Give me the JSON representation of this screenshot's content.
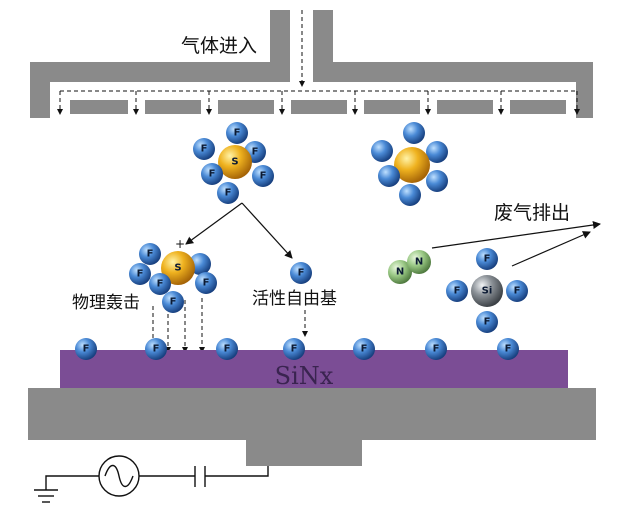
{
  "labels": {
    "gas_in": "气体进入",
    "exhaust": "废气排出",
    "physical_bombardment": "物理轰击",
    "active_radical": "活性自由基",
    "film": "SiNx",
    "ion_charge": "+"
  },
  "atoms": {
    "fluorine": "F",
    "sulfur": "S",
    "nitrogen": "N",
    "silicon": "Si"
  },
  "colors": {
    "chamber_gray": "#8a8a8a",
    "film_purple": "#7b4d95",
    "fluorine_blue": "#3f7fd0",
    "sulfur_gold": "#e8a21b",
    "nitrogen_green": "#8fbf7a",
    "silicon_gray": "#6e747a"
  }
}
